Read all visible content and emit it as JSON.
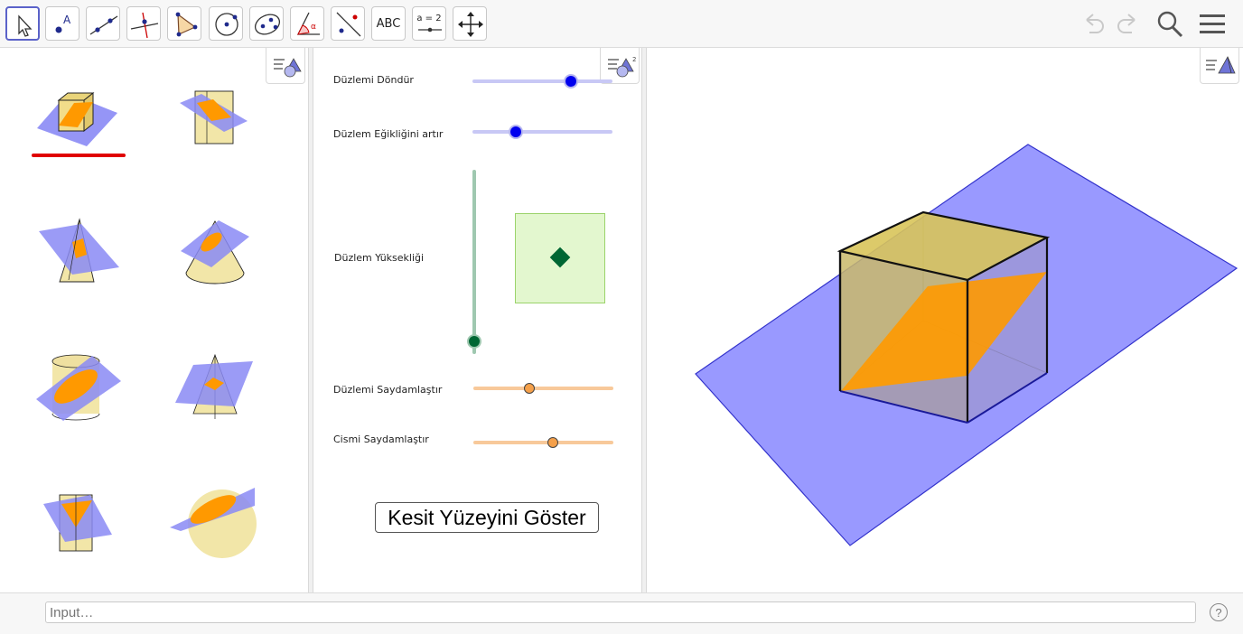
{
  "toolbar": {
    "tools": [
      {
        "name": "move-tool",
        "icon": "cursor-arrow-icon",
        "active": true
      },
      {
        "name": "point-tool",
        "icon": "point-icon"
      },
      {
        "name": "line-tool",
        "icon": "line-through-points-icon"
      },
      {
        "name": "perpendicular-line-tool",
        "icon": "perpendicular-line-icon"
      },
      {
        "name": "polygon-tool",
        "icon": "triangle-polygon-icon"
      },
      {
        "name": "circle-tool",
        "icon": "circle-center-point-icon"
      },
      {
        "name": "conic-tool",
        "icon": "ellipse-icon"
      },
      {
        "name": "angle-tool",
        "icon": "angle-icon"
      },
      {
        "name": "reflect-tool",
        "icon": "reflect-about-line-icon"
      },
      {
        "name": "text-tool",
        "label": "ABC"
      },
      {
        "name": "slider-tool",
        "label": "a = 2"
      },
      {
        "name": "move-graphics-view-tool",
        "icon": "move-arrows-icon"
      }
    ],
    "right_icons": [
      "undo-icon",
      "redo-icon",
      "search-icon",
      "menu-icon"
    ]
  },
  "controls": {
    "rotate_label": "Düzlemi Döndür",
    "tilt_label": "Düzlem Eğikliğini artır",
    "height_label": "Düzlem Yüksekliği",
    "plane_opacity_label": "Düzlemi Saydamlaştır",
    "solid_opacity_label": "Cismi Saydamlaştır",
    "rotate_value": 0.7,
    "tilt_value": 0.31,
    "height_value": 0.05,
    "plane_opacity_value": 0.4,
    "solid_opacity_value": 0.57,
    "show_section_button": "Kesit Yüzeyini Göster"
  },
  "gallery": {
    "items": [
      "cube-section-thumb",
      "prism-section-thumb",
      "pyramid-section-thumb",
      "cone-section-thumb",
      "cylinder-section-thumb",
      "square-pyramid-section-thumb",
      "triangular-prism-section-thumb",
      "sphere-section-thumb"
    ],
    "selected_index": 0
  },
  "colors": {
    "plane": "#8080ff",
    "section": "#ff9900",
    "solid": "#f2dd8a",
    "selection": "#e00000",
    "slider_blue": "#0000ee",
    "slider_green": "#006633",
    "slider_orange": "#f5a04a"
  },
  "input_bar": {
    "placeholder": "Input…"
  }
}
